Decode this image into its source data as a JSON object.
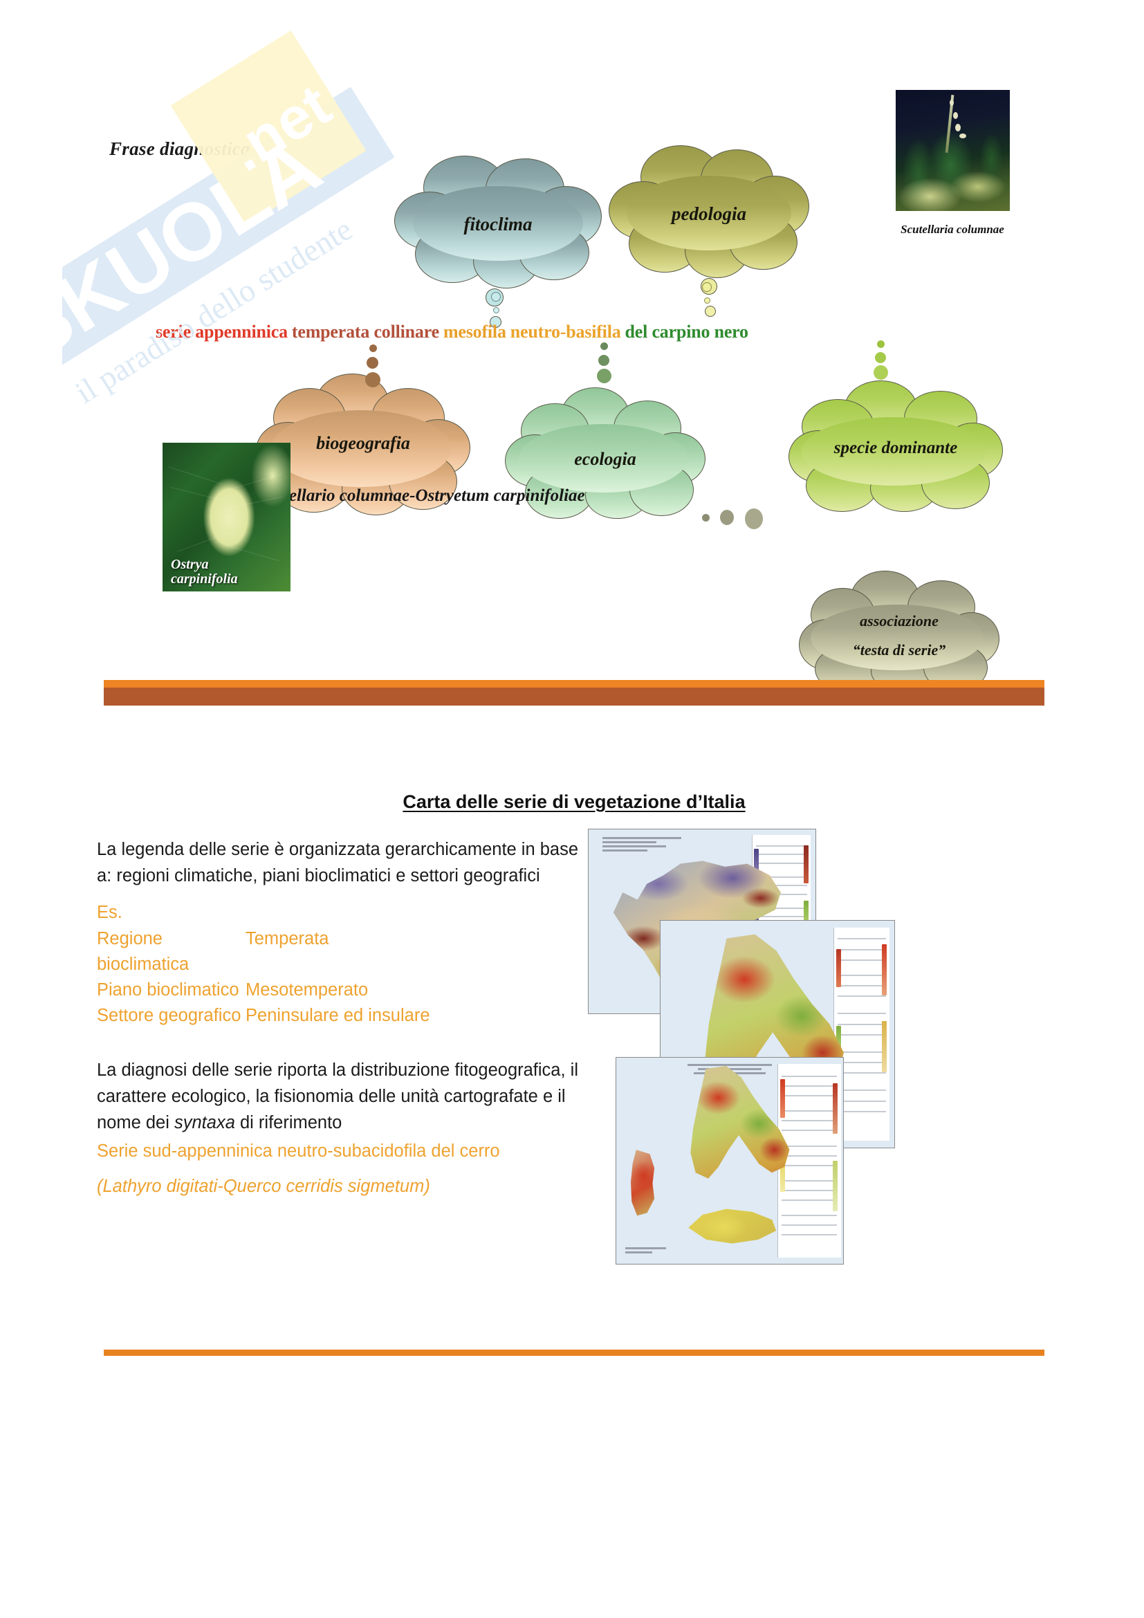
{
  "watermark": {
    "brand": "SKUOLA",
    "tld": ".net",
    "tagline": "il paradiso dello studente"
  },
  "slide1": {
    "heading": "Frase diagnostica",
    "clouds": [
      {
        "name": "fitoclima",
        "label": "fitoclima",
        "color": "#8ea9ab"
      },
      {
        "name": "pedologia",
        "label": "pedologia",
        "color": "#a8a855"
      },
      {
        "name": "biogeografia",
        "label": "biogeografia",
        "color": "#d8a878"
      },
      {
        "name": "ecologia",
        "label": "ecologia",
        "color": "#a6d3ab"
      },
      {
        "name": "specie-dominante",
        "label": "specie dominante",
        "color": "#b2d25c"
      },
      {
        "name": "associazione",
        "label_line1": "associazione",
        "label_line2": "“testa di serie”",
        "color": "#a8a88d"
      }
    ],
    "phrase_segments": [
      {
        "text": "serie appenninica",
        "color": "#e03b2a"
      },
      {
        "text": "temperata collinare",
        "color": "#b4503a"
      },
      {
        "text": "mesofila",
        "color": "#e8a02a"
      },
      {
        "text": "neutro-basifila",
        "color": "#eba32c"
      },
      {
        "text": "del carpino nero",
        "color": "#2e8b2e"
      }
    ],
    "photos": [
      {
        "name": "scutellaria-columnae",
        "caption": "Scutellaria columnae"
      },
      {
        "name": "ostrya-carpinifolia",
        "caption_line1": "Ostrya",
        "caption_line2": "carpinifolia"
      }
    ],
    "association_name": "Scutellario columnae-Ostryetum carpinifoliae",
    "bar_orange": "#ee8423",
    "bar_brown": "#b25a2d"
  },
  "slide2": {
    "title": "Carta delle serie di vegetazione d’Italia",
    "paragraph1": "La legenda delle serie è organizzata gerarchicamente in base a: regioni climatiche, piani bioclimatici e settori geografici",
    "example_label": "Es.",
    "example_rows": [
      {
        "key": "Regione bioclimatica",
        "value": "Temperata"
      },
      {
        "key": "Piano bioclimatico",
        "value": "Mesotemperato"
      },
      {
        "key": "Settore geografico",
        "value": "Peninsulare ed insulare"
      }
    ],
    "paragraph2_a": "La diagnosi delle serie riporta la distribuzione fitogeografica, il carattere ecologico, la fisionomia delle unità cartografate e il nome dei ",
    "paragraph2_italic": "syntaxa",
    "paragraph2_b": " di riferimento",
    "series_name": "Serie sud-appenninica neutro-subacidofila del cerro",
    "sigmetum": "(Lathyro digitati-Querco cerridis sigmetum)",
    "map": {
      "name": "carta-serie-vegetazione-italia",
      "sheet_titles": [
        "CARTA DELLE SERIE DI VEGETAZIONE",
        "CARTA DELLE SERIE DI VEGETAZIONE",
        "CARTA DELLE SERIE DI VEGETAZIONE"
      ]
    },
    "accent_orange": "#eea22f",
    "bar_orange": "#e8821f"
  }
}
